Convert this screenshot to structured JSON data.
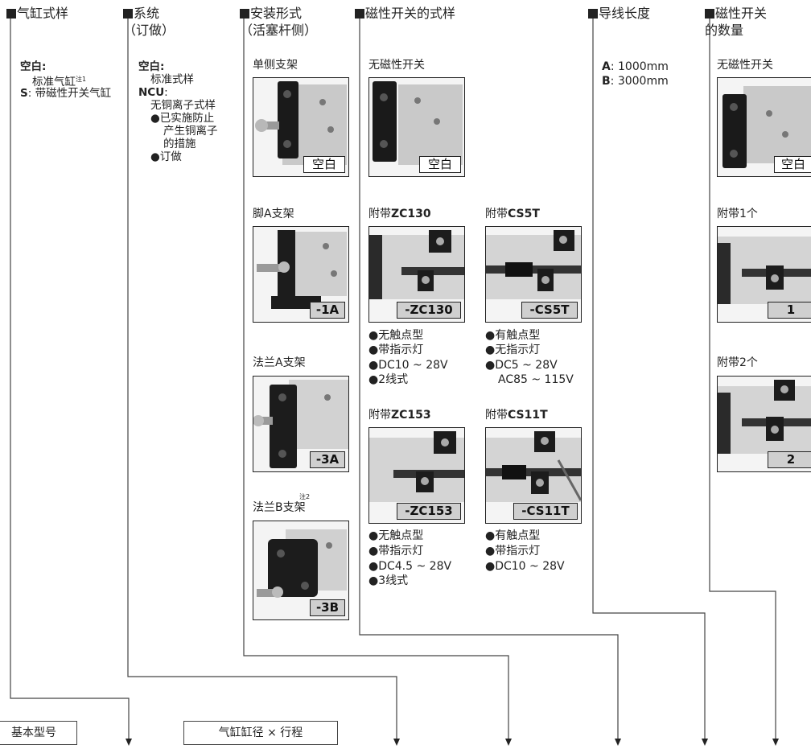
{
  "headers": {
    "cyl": "气缸式样",
    "sys_1": "系统",
    "sys_2": "（订做）",
    "mount_1": "安装形式",
    "mount_2": "（活塞杆侧）",
    "sw_type": "磁性开关的式样",
    "lead": "导线长度",
    "count_1": "磁性开关",
    "count_2": "的数量"
  },
  "cyl_options": {
    "blank_key": "空白:",
    "blank_desc": "标准气缸",
    "note1": "注1",
    "s_key": "S",
    "s_desc": ":  带磁性开关气缸"
  },
  "sys_options": {
    "blank_key": "空白:",
    "blank_desc": "标准式样",
    "ncu_key": "NCU",
    "ncu_colon": ":",
    "ncu_desc": "无铜离子式样",
    "b1_l1": "●已实施防止",
    "b1_l2": "产生铜离子",
    "b1_l3": "的措施",
    "b2": "●订做"
  },
  "mount": {
    "single_label": "单侧支架",
    "single_code": "空白",
    "footA_label": "脚A支架",
    "footA_code": "-1A",
    "flangeA_label": "法兰A支架",
    "flangeA_code": "-3A",
    "note2": "注2",
    "flangeB_label": "法兰B支架",
    "flangeB_code": "-3B"
  },
  "switch": {
    "none_label": "无磁性开关",
    "none_code": "空白",
    "prefix": "附带",
    "zc130_name": "ZC130",
    "zc130_code": "-ZC130",
    "zc130_spec1": "●无触点型",
    "zc130_spec2": "●带指示灯",
    "zc130_spec3": "●DC10 ~ 28V",
    "zc130_spec4": "●2线式",
    "cs5t_name": "CS5T",
    "cs5t_code": "-CS5T",
    "cs5t_spec1": "●有触点型",
    "cs5t_spec2": "●无指示灯",
    "cs5t_spec3": "●DC5 ~ 28V",
    "cs5t_spec4": "AC85 ~ 115V",
    "zc153_name": "ZC153",
    "zc153_code": "-ZC153",
    "zc153_spec1": "●无触点型",
    "zc153_spec2": "●带指示灯",
    "zc153_spec3": "●DC4.5 ~ 28V",
    "zc153_spec4": "●3线式",
    "cs11t_name": "CS11T",
    "cs11t_code": "-CS11T",
    "cs11t_spec1": "●有触点型",
    "cs11t_spec2": "●带指示灯",
    "cs11t_spec3": "●DC10 ~ 28V"
  },
  "lead": {
    "a_key": "A",
    "a_val": ":  1000mm",
    "b_key": "B",
    "b_val": ":  3000mm"
  },
  "count": {
    "none_label": "无磁性开关",
    "none_code": "空白",
    "one_label": "附带1个",
    "one_code": "1",
    "two_label": "附带2个",
    "two_code": "2"
  },
  "bottom": {
    "basic_model": "基本型号",
    "bore_stroke": "气缸缸径 × 行程"
  }
}
